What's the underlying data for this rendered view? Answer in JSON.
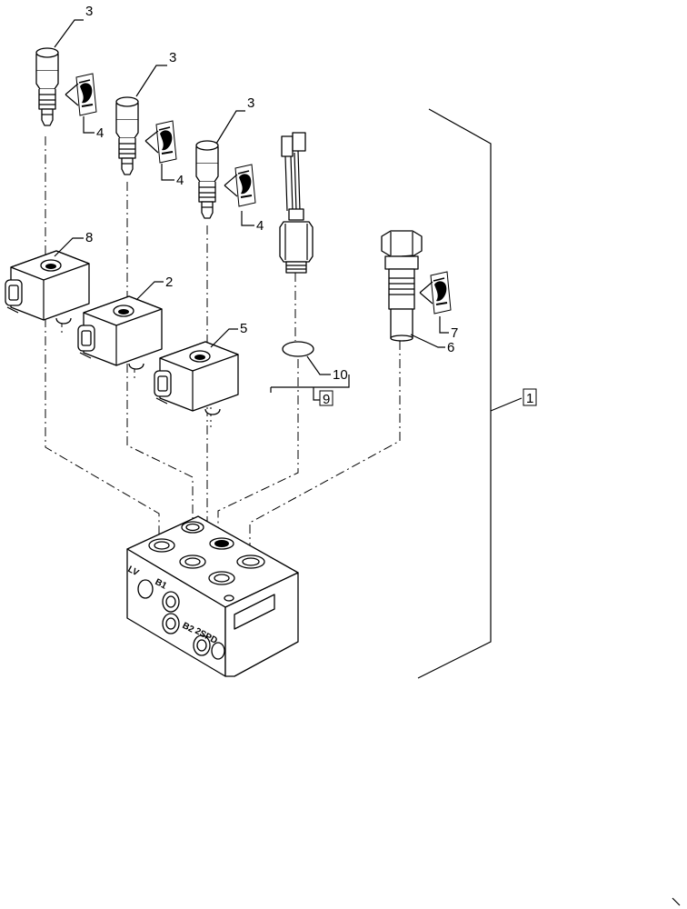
{
  "callouts": {
    "c1": "1",
    "c2": "2",
    "c3a": "3",
    "c3b": "3",
    "c3c": "3",
    "c4a": "4",
    "c4b": "4",
    "c4c": "4",
    "c5": "5",
    "c6": "6",
    "c7": "7",
    "c8": "8",
    "c9": "9",
    "c10": "10"
  },
  "ports": {
    "lv": "LV",
    "b1": "B1",
    "b2": "B2",
    "spd": "2SPD"
  },
  "icons": {
    "thread_locker": "thread-locker-tube-icon"
  }
}
